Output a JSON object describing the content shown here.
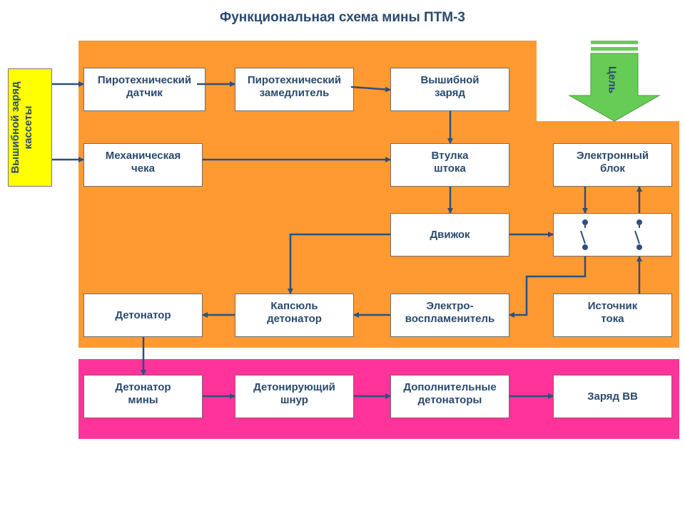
{
  "title": "Функциональная схема мины ПТМ-3",
  "colors": {
    "orange_region": "#ff9a33",
    "magenta_region": "#ff3399",
    "side_box": "#ffff00",
    "arrow_line": "#2f4f7f",
    "target_arrow": "#66cc55",
    "text": "#2a4a6e"
  },
  "side_label": "Вышибной заряд\nкассеты",
  "target_label": "Цель",
  "blocks": {
    "pyro_sensor": "Пиротехнический\nдатчик",
    "pyro_delay": "Пиротехнический\nзамедлитель",
    "eject_charge": "Вышибной\nзаряд",
    "mech_pin": "Механическая\nчека",
    "rod_sleeve": "Втулка\nштока",
    "electronic_unit": "Электронный\nблок",
    "slider": "Движок",
    "detonator": "Детонатор",
    "cap_detonator": "Капсюль\nдетонатор",
    "electro_igniter": "Электро-\nвоспламенитель",
    "power_source": "Источник\nтока",
    "mine_detonator": "Детонатор\nмины",
    "det_cord": "Детонирующий\nшнур",
    "extra_detonators": "Дополнительные\nдетонаторы",
    "explosive_charge": "Заряд ВВ"
  }
}
